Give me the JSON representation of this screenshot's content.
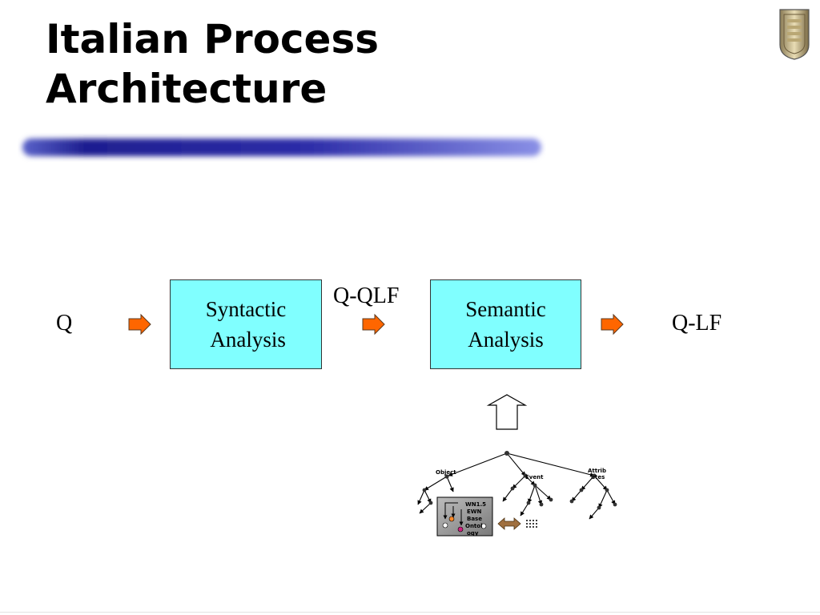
{
  "slide": {
    "title_line1": "Italian Process",
    "title_line2": "Architecture"
  },
  "diagram": {
    "input_label": "Q",
    "intermediate_label": "Q-QLF",
    "output_label": "Q-LF",
    "syntactic_stage": {
      "line1": "Syntactic",
      "line2": " Analysis"
    },
    "semantic_stage": {
      "line1": "Semantic",
      "line2": "Analysis"
    },
    "ontology": {
      "branch_object": "Object",
      "branch_event": "Event",
      "branch_attributes_line1": "Attrib",
      "branch_attributes_line2": "utes",
      "box_line1": "WN1.5",
      "box_line2": "EWN",
      "box_line3": "Base",
      "box_line4": "Ontol",
      "box_line5": "ogy"
    },
    "colors": {
      "stage_fill": "#80ffff",
      "arrow_fill": "#ff6600",
      "title_rule": "#2a2aa0",
      "link_arrow": "#8b5a2b"
    }
  }
}
